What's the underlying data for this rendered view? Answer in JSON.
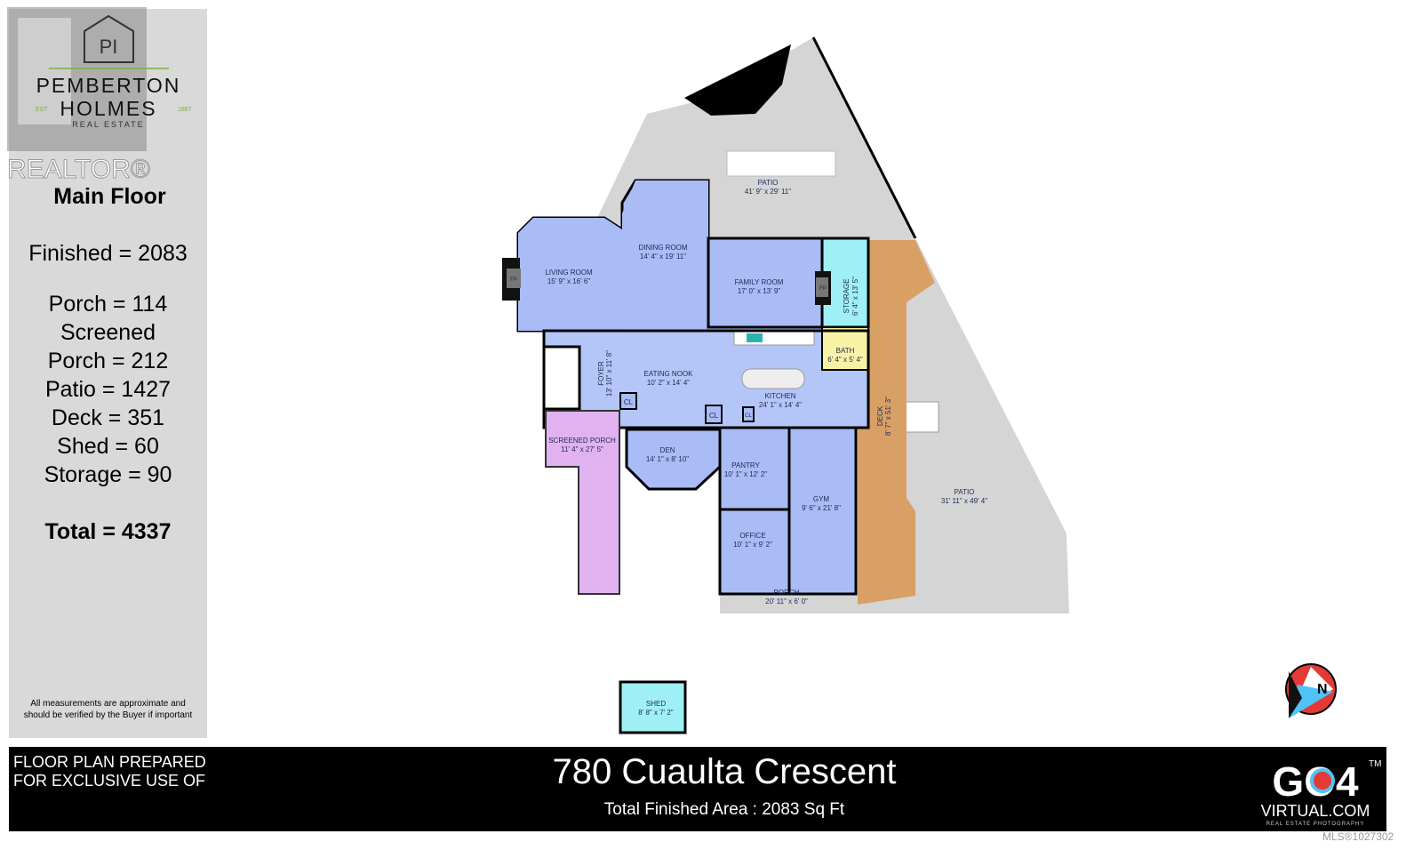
{
  "brand": {
    "logo_text": "PEMBERTON HOLMES",
    "logo_sub": "REAL ESTATE",
    "est": "EST",
    "year": "1887",
    "realtor": "REALTOR®"
  },
  "summary": {
    "title": "Main Floor",
    "lines": [
      "Finished = 2083",
      "Porch = 114",
      "Screened",
      "Porch = 212",
      "Patio = 1427",
      "Deck = 351",
      "Shed = 60",
      "Storage = 90"
    ],
    "total": "Total = 4337",
    "disclaimer_1": "All measurements are approximate and",
    "disclaimer_2": "should be verified by the Buyer if important"
  },
  "rooms": {
    "patio_top": {
      "name": "PATIO",
      "size": "41' 9\" x 29' 11\""
    },
    "living": {
      "name": "LIVING ROOM",
      "size": "15' 9\" x 16' 6\""
    },
    "dining": {
      "name": "DINING ROOM",
      "size": "14' 4\" x 19' 11\""
    },
    "family": {
      "name": "FAMILY ROOM",
      "size": "17' 0\" x 13' 9\""
    },
    "storage": {
      "name": "STORAGE",
      "size": "6' 4\" x 13' 5\""
    },
    "bath": {
      "name": "BATH",
      "size": "6' 4\" x 5' 4\""
    },
    "foyer": {
      "name": "FOYER",
      "size": "13' 10\" x 11' 8\""
    },
    "nook": {
      "name": "EATING NOOK",
      "size": "10' 2\" x 14' 4\""
    },
    "kitchen": {
      "name": "KITCHEN",
      "size": "24' 1\" x 14' 4\""
    },
    "deck": {
      "name": "DECK",
      "size": "8' 7\" x 51' 3\""
    },
    "screened": {
      "name": "SCREENED PORCH",
      "size": "11' 4\" x 27' 5\""
    },
    "den": {
      "name": "DEN",
      "size": "14' 1\" x 8' 10\""
    },
    "pantry": {
      "name": "PANTRY",
      "size": "10' 1\" x 12' 2\""
    },
    "gym": {
      "name": "GYM",
      "size": "9' 6\" x 21' 8\""
    },
    "office": {
      "name": "OFFICE",
      "size": "10' 1\" x 9' 2\""
    },
    "patio_right": {
      "name": "PATIO",
      "size": "31' 11\" x 49' 4\""
    },
    "porch": {
      "name": "PORCH",
      "size": "20' 11\" x 6' 0\""
    },
    "shed": {
      "name": "SHED",
      "size": "8' 8\" x 7' 2\""
    },
    "fp": "FP",
    "cl": "CL"
  },
  "footer": {
    "prepared_1": "FLOOR PLAN PREPARED",
    "prepared_2": "FOR EXCLUSIVE USE OF",
    "address": "780 Cuaulta Crescent",
    "total_area": "Total Finished Area : 2083 Sq Ft",
    "go4_logo": "GO4",
    "go4_site": "VIRTUAL.COM",
    "go4_tag": "REAL ESTATE PHOTOGRAPHY",
    "tm": "TM",
    "mls": "MLS®1027302"
  },
  "compass": {
    "label": "N"
  },
  "colors": {
    "room": "#a9bcf5",
    "storage": "#9ff0f5",
    "bath": "#f7f2a6",
    "deck": "#d9a066",
    "screened": "#e0b3f0",
    "patio": "#d5d5d5",
    "panel": "#d9d9d9"
  }
}
